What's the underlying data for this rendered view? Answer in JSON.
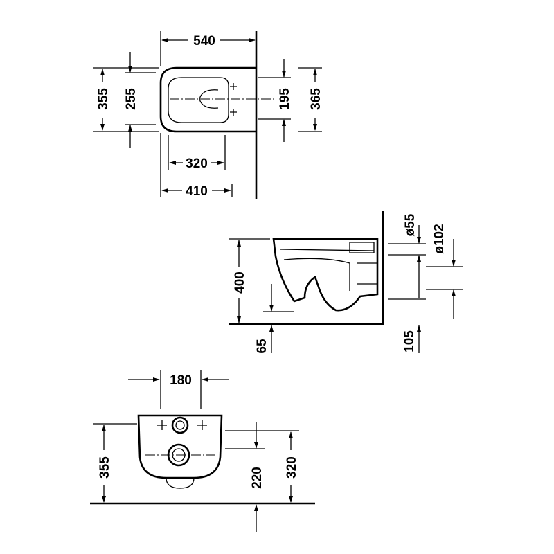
{
  "title": "Wall-hung toilet dimension drawing",
  "top_view": {
    "width_total": "540",
    "depth_outer_left": "355",
    "depth_inner_left": "255",
    "fixing_spacing": "195",
    "depth_outer_right": "365",
    "inner_length": "320",
    "rim_length": "410"
  },
  "side_view": {
    "outlet_diameter": "ø55",
    "inlet_diameter": "ø102",
    "height": "400",
    "floor_gap": "65",
    "outlet_height": "105"
  },
  "rear_view": {
    "fixing_width": "180",
    "height_total": "355",
    "outlet_center": "220",
    "fixing_height": "320"
  }
}
